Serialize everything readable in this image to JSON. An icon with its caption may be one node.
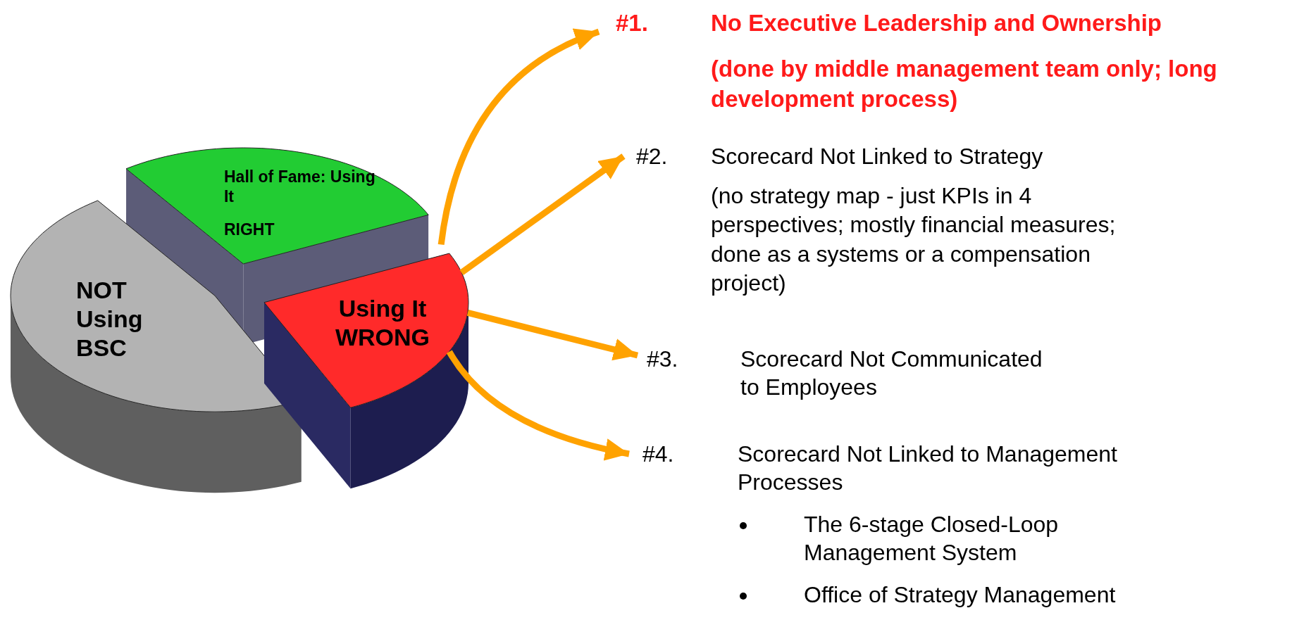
{
  "diagram": {
    "nodes": [
      {
        "text": [
          "Hall of Fame: Using It",
          "RIGHT"
        ]
      },
      {
        "text": [
          "NOT Using BSC"
        ]
      },
      {
        "text": [
          "Using It WRONG"
        ]
      },
      {
        "text": [
          "#1.",
          "No Executive Leadership and Ownership",
          "(done by middle management team only; long development process)"
        ]
      },
      {
        "text": [
          "#2.",
          "Scorecard Not Linked to Strategy",
          "(no strategy map - just KPIs in 4 perspectives; mostly financial measures; done as a systems or a compensation project)"
        ]
      },
      {
        "text": [
          "#3.",
          "Scorecard Not Communicated to Employees"
        ]
      },
      {
        "text": [
          "#4.",
          "Scorecard Not Linked to Management Processes",
          "The 6-stage Closed-Loop Management System",
          "Office of Strategy Management"
        ]
      }
    ],
    "edges": [
      {
        "from": 2,
        "to": 3,
        "arrow": "to"
      },
      {
        "from": 2,
        "to": 4,
        "arrow": "to"
      },
      {
        "from": 2,
        "to": 5,
        "arrow": "to"
      },
      {
        "from": 2,
        "to": 6,
        "arrow": "to"
      }
    ]
  }
}
